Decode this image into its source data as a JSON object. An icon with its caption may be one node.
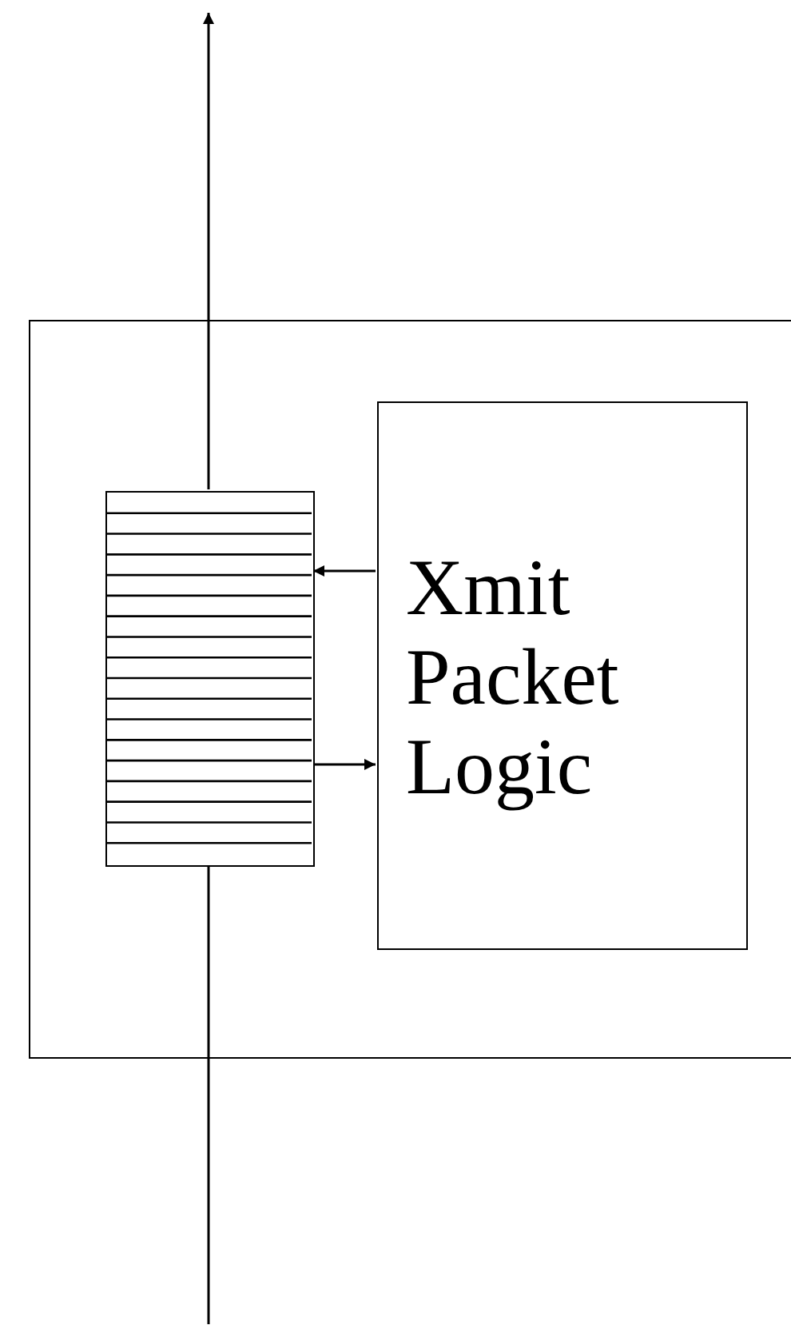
{
  "diagram": {
    "nodes": [
      {
        "text": [],
        "shape": "box"
      },
      {
        "text": [],
        "shape": "box",
        "in": 0
      },
      {
        "text": [
          "Xmit Packet Logic"
        ],
        "in": 0
      }
    ],
    "edges": [
      {
        "from": null,
        "to": 1,
        "arrow": "none"
      },
      {
        "from": 1,
        "to": null,
        "arrow": "to"
      },
      {
        "from": 2,
        "to": 1,
        "arrow": "to"
      },
      {
        "from": 1,
        "to": 2,
        "arrow": "to"
      }
    ]
  }
}
